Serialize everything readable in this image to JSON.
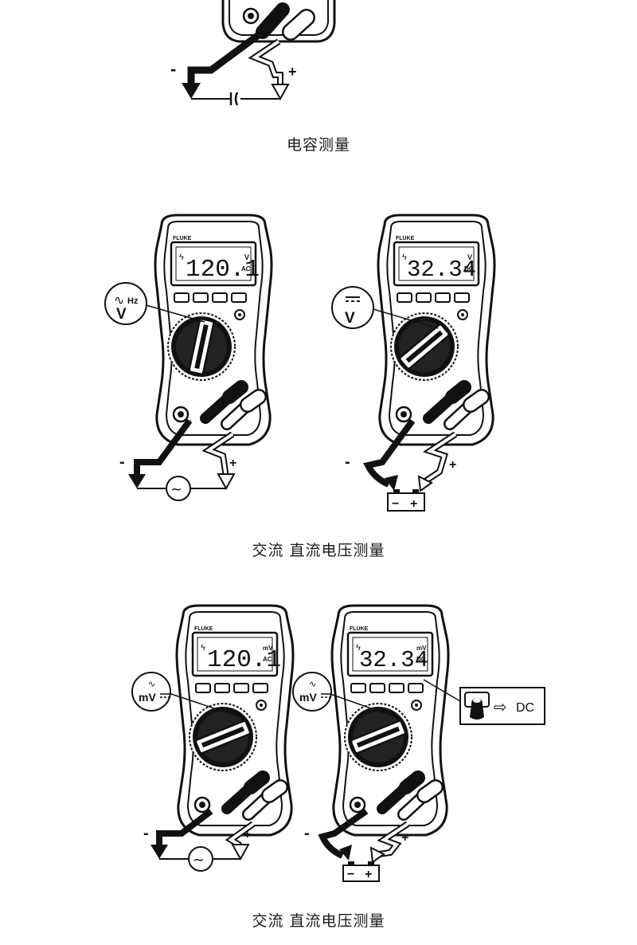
{
  "captions": {
    "capacitance": "电容测量",
    "voltage_top": "交流  直流电压测量",
    "voltage_bottom": "交流  直流电压测量"
  },
  "meters": {
    "ac_volts": {
      "brand": "FLUKE",
      "reading": "120.1",
      "unit_top": "V",
      "unit_bottom": "AC"
    },
    "dc_volts": {
      "brand": "FLUKE",
      "reading": "32.34",
      "unit_top": "V",
      "unit_bottom": "DC"
    },
    "ac_millivolts": {
      "brand": "FLUKE",
      "reading": "120.1",
      "unit_top": "mV",
      "unit_bottom": "AC"
    },
    "dc_millivolts": {
      "brand": "FLUKE",
      "reading": "32.34",
      "unit_top": "mV",
      "unit_bottom": "DC"
    }
  },
  "dial_labels": {
    "ac_volts": {
      "symbol": "V",
      "extra": "Hz"
    },
    "dc_volts": {
      "symbol": "V"
    },
    "ac_millivolts": {
      "symbol": "mV"
    },
    "dc_millivolts": {
      "symbol": "mV"
    }
  },
  "polarity": {
    "minus": "-",
    "plus": "+"
  },
  "battery": {
    "minus": "−",
    "plus": "+"
  },
  "callout": {
    "dc_label": "DC"
  }
}
